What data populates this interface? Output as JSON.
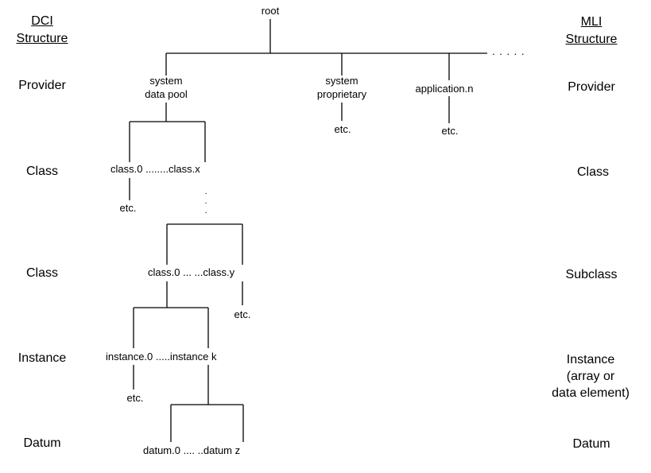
{
  "left_column": {
    "heading": [
      "DCI",
      "Structure"
    ],
    "levels": [
      "Provider",
      "Class",
      "Class",
      "Instance",
      "Datum"
    ]
  },
  "right_column": {
    "heading": [
      "MLI",
      "Structure"
    ],
    "levels": [
      "Provider",
      "Class",
      "Subclass",
      "Instance",
      "(array or",
      "data element)",
      "Datum"
    ]
  },
  "tree": {
    "root": "root",
    "more": ". . . . .",
    "provider_nodes": [
      "system",
      "data pool",
      "system",
      "proprietary",
      "application.n"
    ],
    "provider_etc": [
      "etc.",
      "etc."
    ],
    "class_row": "class.0 ........class.x",
    "class_etc": "etc.",
    "vdots": [
      ".",
      ".",
      "."
    ],
    "subclass_row": "class.0 ...  ...class.y",
    "subclass_etc": "etc.",
    "instance_row": "instance.0 .....instance k",
    "instance_etc": "etc.",
    "datum_row": "datum.0 ....  ..datum z"
  }
}
